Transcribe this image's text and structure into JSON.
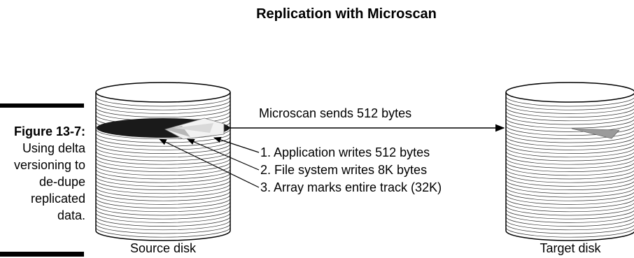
{
  "title": "Replication with Microscan",
  "caption": {
    "figure_label": "Figure 13-7:",
    "text": "Using delta versioning to de-dupe replicated data."
  },
  "source_disk": {
    "label": "Source disk"
  },
  "target_disk": {
    "label": "Target disk"
  },
  "transfer": {
    "label": "Microscan sends 512 bytes"
  },
  "steps": [
    "1. Application writes 512 bytes",
    "2. File system writes 8K bytes",
    "3. Array marks entire track (32K)"
  ]
}
